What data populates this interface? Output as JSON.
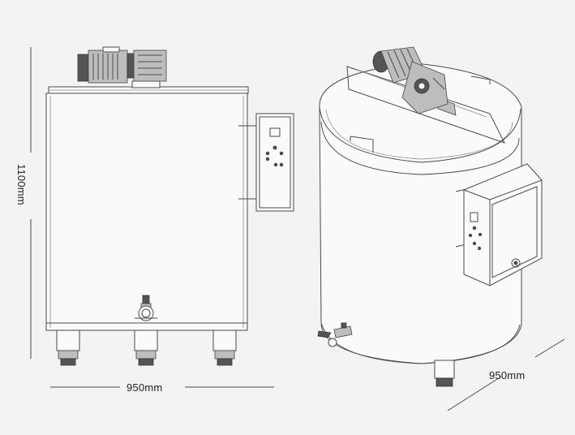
{
  "dimensions": {
    "height_label": "1100mm",
    "width_front_label": "950mm",
    "width_side_label": "950mm"
  }
}
